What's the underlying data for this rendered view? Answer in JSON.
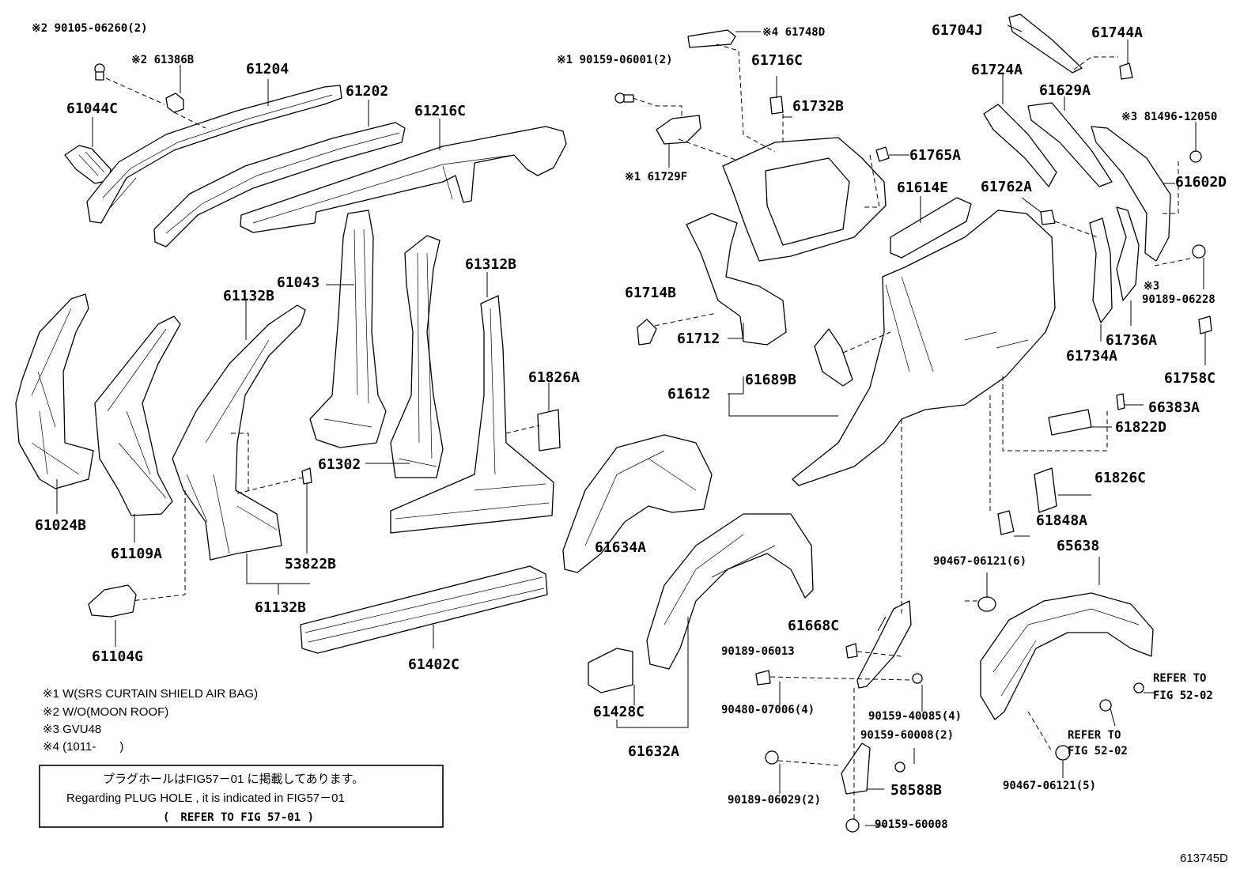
{
  "diagram_code": "613745D",
  "labels": {
    "l1": "※2 90105-06260(2)",
    "l2": "※2 61386B",
    "l3": "61204",
    "l4": "61044C",
    "l5": "61202",
    "l6": "61216C",
    "l7": "61043",
    "l8": "61132B",
    "l9": "61312B",
    "l10": "61024B",
    "l11": "61109A",
    "l12": "61302",
    "l13": "61826A",
    "l14": "53822B",
    "l15": "61132B",
    "l16": "61104G",
    "l17": "61402C",
    "l18": "※4 61748D",
    "l19": "※1 90159-06001(2)",
    "l20": "61716C",
    "l21": "61732B",
    "l22": "※1 61729F",
    "l23": "61765A",
    "l24": "61614E",
    "l25": "61714B",
    "l26": "61712",
    "l27": "61612",
    "l28": "61689B",
    "l29": "61634A",
    "l30": "61704J",
    "l31": "61744A",
    "l32": "61724A",
    "l33": "61629A",
    "l34": "※3 81496-12050",
    "l35": "61602D",
    "l36": "61762A",
    "l37": "※3",
    "l38": "90189-06228",
    "l39": "61734A",
    "l40": "61736A",
    "l41": "61758C",
    "l42": "66383A",
    "l43": "61822D",
    "l44": "61826C",
    "l45": "61848A",
    "l46": "90467-06121(6)",
    "l47": "65638",
    "l48": "61668C",
    "l49": "90189-06013",
    "l50": "90480-07006(4)",
    "l51": "90159-40085(4)",
    "l52": "90159-60008(2)",
    "l53": "90189-06029(2)",
    "l54": "58588B",
    "l55": "90159-60008",
    "l56": "REFER TO",
    "l57": "FIG 52-02",
    "l58": "REFER TO",
    "l59": "FIG 52-02",
    "l60": "90467-06121(5)",
    "l61": "61428C",
    "l62": "61632A"
  },
  "notes": {
    "n1": "※1 W(SRS CURTAIN SHIELD AIR BAG)",
    "n2": "※2 W/O(MOON ROOF)",
    "n3": "※3 GVU48",
    "n4": "※4 (1011-　　)"
  },
  "notice": {
    "line1": "プラグホールはFIG57－01 に掲載してあります。",
    "line2": "Regarding PLUG HOLE , it is indicated in FIG57－01",
    "line3": "(　REFER TO FIG 57-01 )"
  }
}
